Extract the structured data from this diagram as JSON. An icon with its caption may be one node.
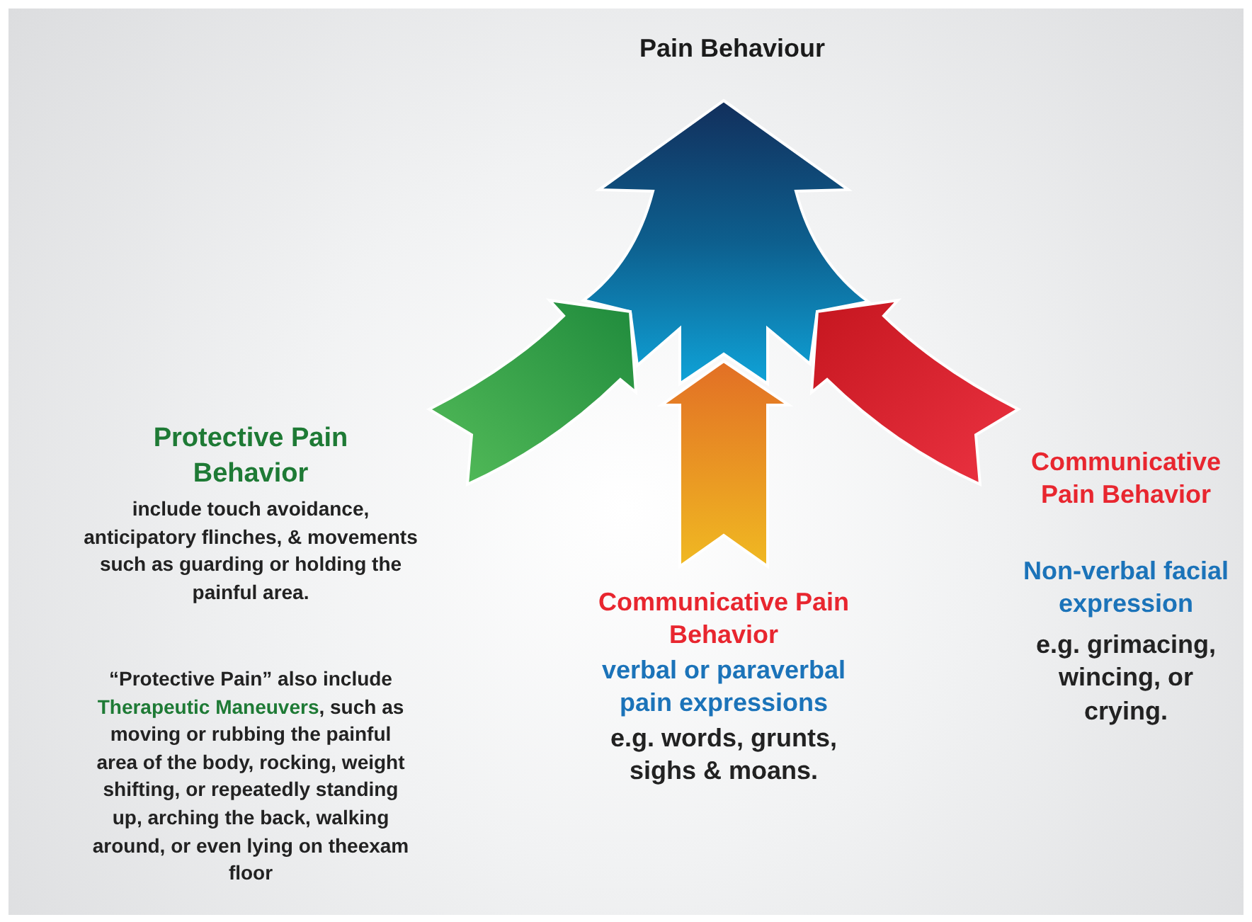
{
  "diagram": {
    "title": "Pain Behaviour",
    "labels": [
      "Protective Pain Behavior",
      "include touch avoidance, anticipatory flinches, & movements such as guarding or holding the painful area.",
      "“Protective Pain” also include **Therapeutic Maneuvers**, such as moving or rubbing the painful area of the body, rocking, weight shifting, or repeatedly standing up, arching the back, walking around, or even lying on theexam floor",
      "Communicative Pain Behavior",
      "verbal or paraverbal pain expressions",
      "e.g. words, grunts, sighs & moans.",
      "Communicative Pain Behavior",
      "Non-verbal facial expression",
      "e.g. grimacing, wincing, or crying."
    ]
  }
}
